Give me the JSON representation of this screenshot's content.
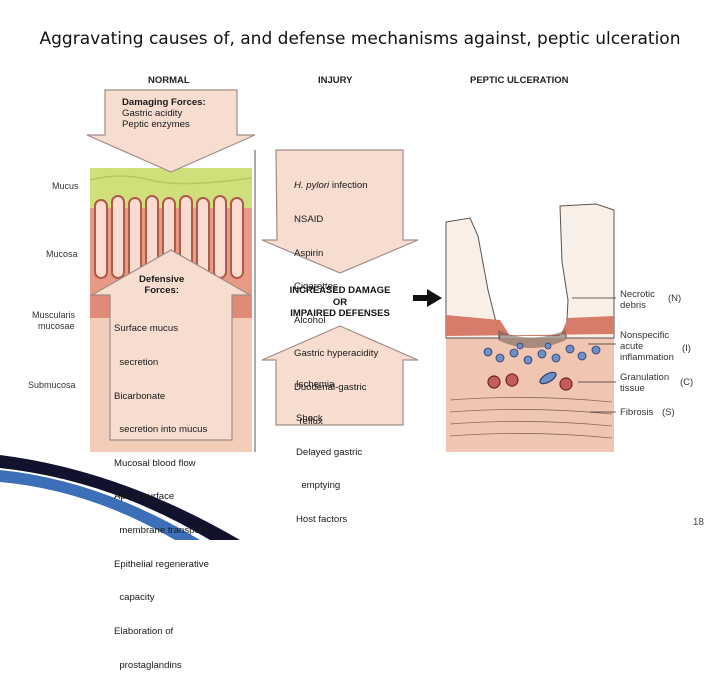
{
  "title": "Aggravating causes of, and defense mechanisms against, peptic ulceration",
  "columns": {
    "normal": "NORMAL",
    "injury": "INJURY",
    "ulceration": "PEPTIC ULCERATION"
  },
  "layers": {
    "mucus": "Mucus",
    "mucosa": "Mucosa",
    "muscularis_1": "Muscularis",
    "muscularis_2": "mucosae",
    "submucosa": "Submucosa"
  },
  "damaging": {
    "heading": "Damaging Forces:",
    "items": [
      "Gastric acidity",
      "Peptic enzymes"
    ]
  },
  "defensive": {
    "heading_1": "Defensive",
    "heading_2": "Forces:",
    "items": [
      "Surface mucus",
      "  secretion",
      "Bicarbonate",
      "  secretion into mucus",
      "Mucosal blood flow",
      "Apical surface",
      "  membrane transport",
      "Epithelial regenerative",
      "  capacity",
      "Elaboration of",
      "  prostaglandins"
    ]
  },
  "injury_causes": {
    "first_italic": "H. pylori",
    "first_rest": " infection",
    "items": [
      "NSAID",
      "Aspirin",
      "Cigarettes",
      "Alcohol",
      "Gastric hyperacidity",
      "Duodenal-gastric",
      "  reflux"
    ]
  },
  "impaired_causes": {
    "items": [
      "Ischemia",
      "Shock",
      "Delayed gastric",
      "  emptying",
      "Host factors"
    ]
  },
  "center": {
    "line1": "INCREASED DAMAGE",
    "line2": "OR",
    "line3": "IMPAIRED DEFENSES"
  },
  "lesion_labels": {
    "necrotic_1": "Necrotic",
    "necrotic_2": "debris",
    "necrotic_code": "(N)",
    "inflam_1": "Nonspecific",
    "inflam_2": "acute",
    "inflam_3": "inflammation",
    "inflam_code": "(I)",
    "gran_1": "Granulation",
    "gran_2": "tissue",
    "gran_code": "(C)",
    "fibrosis": "Fibrosis",
    "fibrosis_code": "(S)"
  },
  "page_number": "18",
  "colors": {
    "mucus": "#cfe07a",
    "mucosa": "#e79a86",
    "submucosa": "#f3cdb8",
    "box_fill": "#f7dcd0",
    "box_stroke": "#a08c86",
    "accent_dark": "#12122e"
  }
}
